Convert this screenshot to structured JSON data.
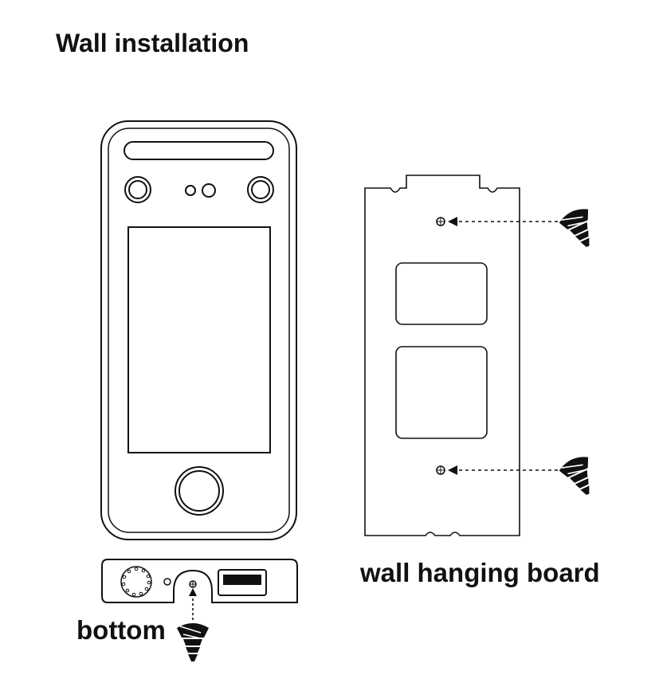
{
  "title": "Wall installation",
  "labels": {
    "board": "wall hanging board",
    "bottom": "bottom"
  },
  "colors": {
    "stroke": "#111111",
    "background": "#ffffff"
  },
  "icons": {
    "screw": "screw-icon",
    "arrow": "dashed-arrow-icon"
  }
}
